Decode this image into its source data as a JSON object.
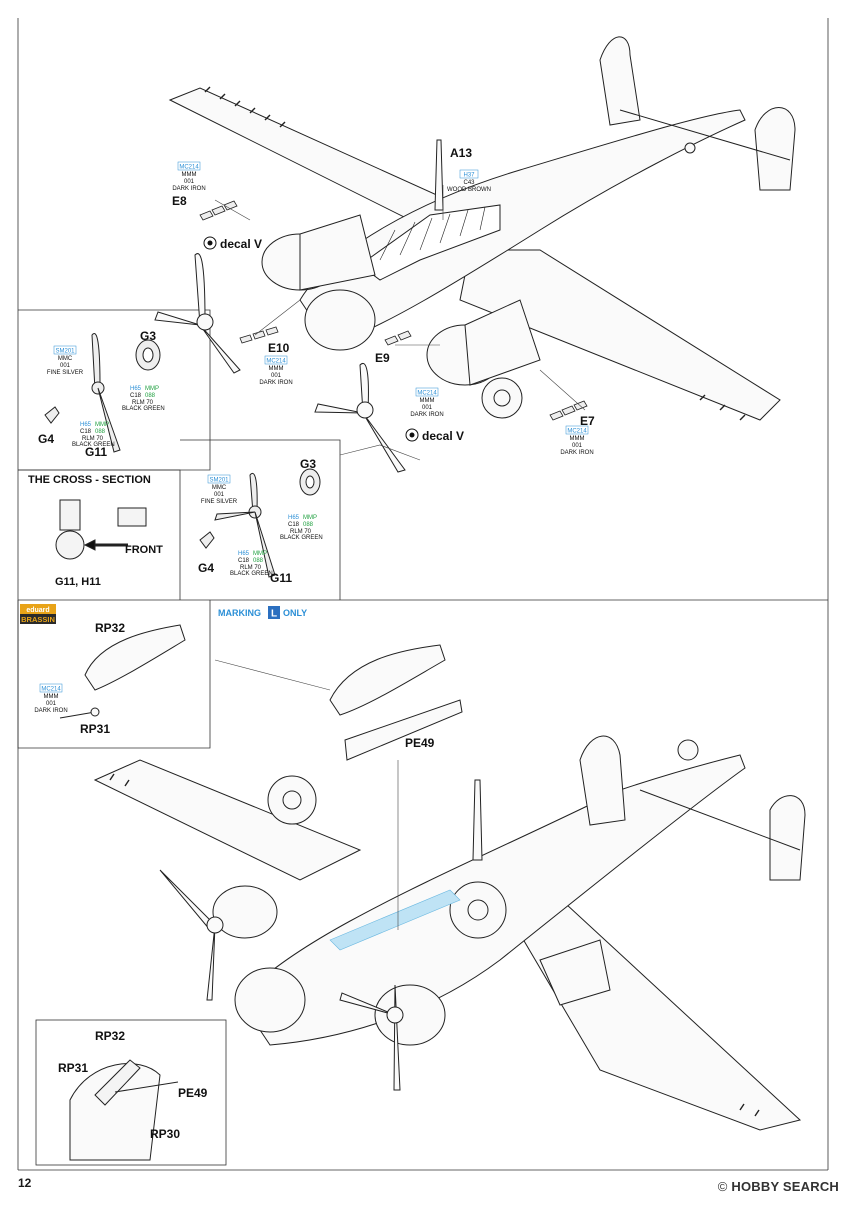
{
  "labels": {
    "a13": "A13",
    "e8": "E8",
    "e10": "E10",
    "e9": "E9",
    "e7": "E7",
    "decal_top": "decal V",
    "decal_mid": "decal V",
    "g3": "G3",
    "g4": "G4",
    "g11": "G11",
    "g3b": "G3",
    "g4b": "G4",
    "g11b": "G11",
    "rp32": "RP32",
    "rp31": "RP31",
    "pe49": "PE49",
    "rp32b": "RP32",
    "rp31b": "RP31",
    "pe49b": "PE49",
    "rp30": "RP30"
  },
  "cross_section": {
    "title": "THE CROSS - SECTION",
    "front": "FRONT",
    "parts": "G11, H11"
  },
  "brassin": {
    "line1": "eduard",
    "line2": "BRASSIN"
  },
  "marking": {
    "prefix": "MARKING",
    "letter": "L",
    "suffix": "ONLY"
  },
  "paints": {
    "mc214": "MC214",
    "mmm": "MMM",
    "n001": "001",
    "dark_iron": "DARK IRON",
    "h37": "H37",
    "c43": "C43",
    "wood_brown": "WOOD BROWN",
    "sm201": "SM201",
    "mmc": "MMC",
    "fine_silver": "FINE SILVER",
    "h65": "H65",
    "mmp": "MMP",
    "c18": "C18",
    "n088": "088",
    "rlm70": "RLM 70",
    "black_green": "BLACK GREEN"
  },
  "page_number": "12",
  "watermark": {
    "brand": "HOBBY SEARCH",
    "symbol": "©"
  }
}
